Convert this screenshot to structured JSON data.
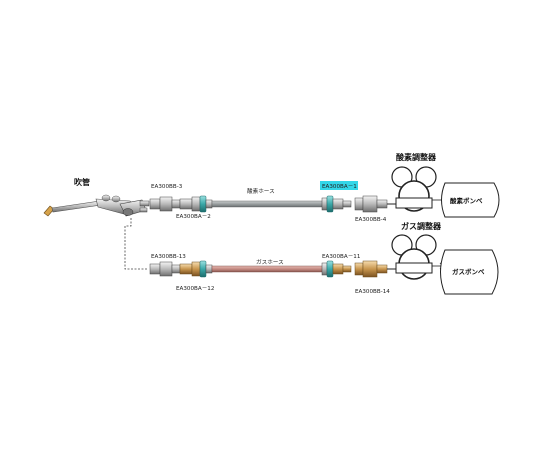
{
  "labels": {
    "torch": "吹管",
    "oxygen_regulator": "酸素調整器",
    "gas_regulator": "ガス調整器",
    "oxygen_hose": "酸素ホース",
    "gas_hose": "ガスホース",
    "oxygen_cylinder": "酸素ボンベ",
    "gas_cylinder": "ガスボンベ"
  },
  "parts": {
    "bb3": "EA300BB-3",
    "ba2": "EA300BA－2",
    "ba1": "EA300BA－1",
    "bb4": "EA300BB-4",
    "bb13": "EA300BB-13",
    "ba12": "EA300BA－12",
    "ba11": "EA300BA－11",
    "bb14": "EA300BB-14"
  },
  "colors": {
    "oxygen_hose": "#9a9fa0",
    "gas_hose": "#c48a82",
    "highlight": "#33d6e8",
    "brass": "#c8964e",
    "teal_ring": "#3aa8a8"
  }
}
